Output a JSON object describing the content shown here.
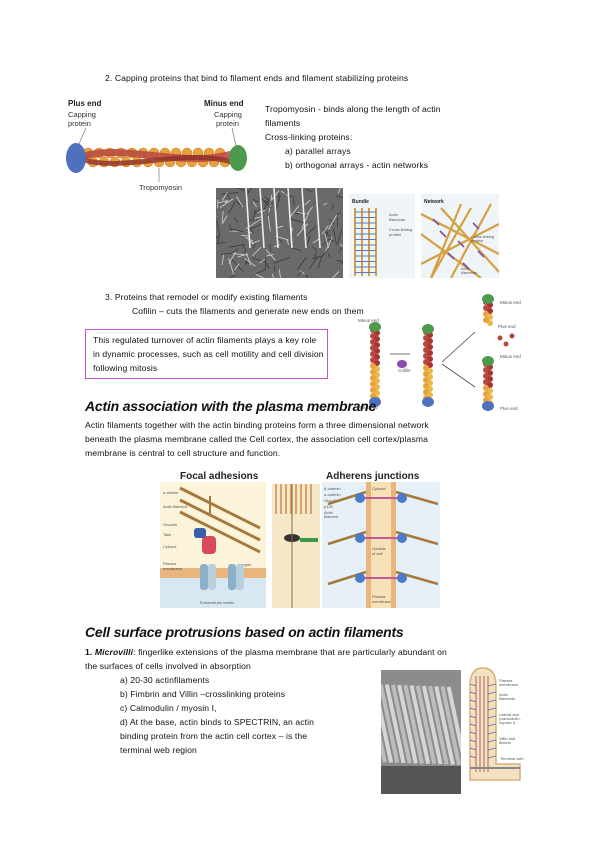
{
  "section2": {
    "heading": "2.   Capping proteins that bind to filament ends and filament stabilizing proteins",
    "figure": {
      "plus_end": "Plus end",
      "minus_end": "Minus end",
      "capping_left": "Capping\nprotein",
      "capping_right": "Capping\nprotein",
      "tropomyosin": "Tropomyosin"
    },
    "tropomyosin_text": "Tropomyosin - binds along the length of actin filaments",
    "crosslinking_text": "Cross-linking proteins:",
    "item_a": "a) parallel arrays",
    "item_b": "b) orthogonal arrays - actin networks",
    "bundle_label": "Bundle",
    "network_label": "Network",
    "bundle_callouts": [
      "Actin filaments",
      "Cross-linking protein"
    ],
    "network_callouts": [
      "Cross-linking protein",
      "Actin filaments"
    ]
  },
  "section3": {
    "heading": "3.   Proteins that remodel or modify existing filaments",
    "cofilin": "Cofilin – cuts the filaments and generate new ends on them",
    "box_text": "This regulated turnover of actin filaments plays a key role in dynamic processes, such as cell motility and cell division following mitosis",
    "figure": {
      "minus_end": "Minus end",
      "plus_end": "Plus end",
      "cofilin": "Cofilin"
    }
  },
  "membrane": {
    "title": "Actin association with the plasma membrane",
    "body": "Actin filaments together with the actin binding proteins form a three dimensional network beneath the plasma membrane called the Cell cortex, the association cell cortex/plasma membrane is central to cell structure and function.",
    "figure": {
      "focal_title": "Focal adhesions",
      "adherens_title": "Adherens junctions",
      "focal_labels": [
        "α-actinin",
        "Actin filament",
        "Vinculin",
        "Talin",
        "Cytosol",
        "Plasma membrane",
        "Integrin",
        "Extracellular matrix"
      ],
      "adherens_labels": [
        "β-catenin",
        "α-catenin",
        "Vinculin",
        "p120",
        "Actin filament",
        "Cytosol",
        "α-actinin",
        "Outside of cell",
        "Cadherin",
        "Plasma membrane"
      ]
    }
  },
  "protrusions": {
    "title": "Cell surface protrusions based on actin filaments",
    "intro_num": "1.",
    "intro_term": "Microvilli",
    "intro_rest": ": fingerlike extensions of the plasma membrane that are particularly abundant on the surfaces of cells involved in absorption",
    "items": [
      "a) 20-30 actinfilaments",
      "b) Fimbrin and Villin –crosslinking proteins",
      "c) Calmodulin / myosin I,",
      "d) At the base, actin binds to SPECTRIN, an actin binding protein from the actin cell cortex – is the terminal web region"
    ],
    "figure_labels": [
      "Plasma membrane",
      "Actin filaments",
      "Lateral arm (calmodulin-myosin I)",
      "Villin and fimbrin",
      "Terminal web"
    ]
  },
  "colors": {
    "actin": "#b8473f",
    "subunit": "#e8a23a",
    "capping_green": "#4c9a4c",
    "capping_blue": "#4f6fbf",
    "box_border": "#c452d9"
  }
}
